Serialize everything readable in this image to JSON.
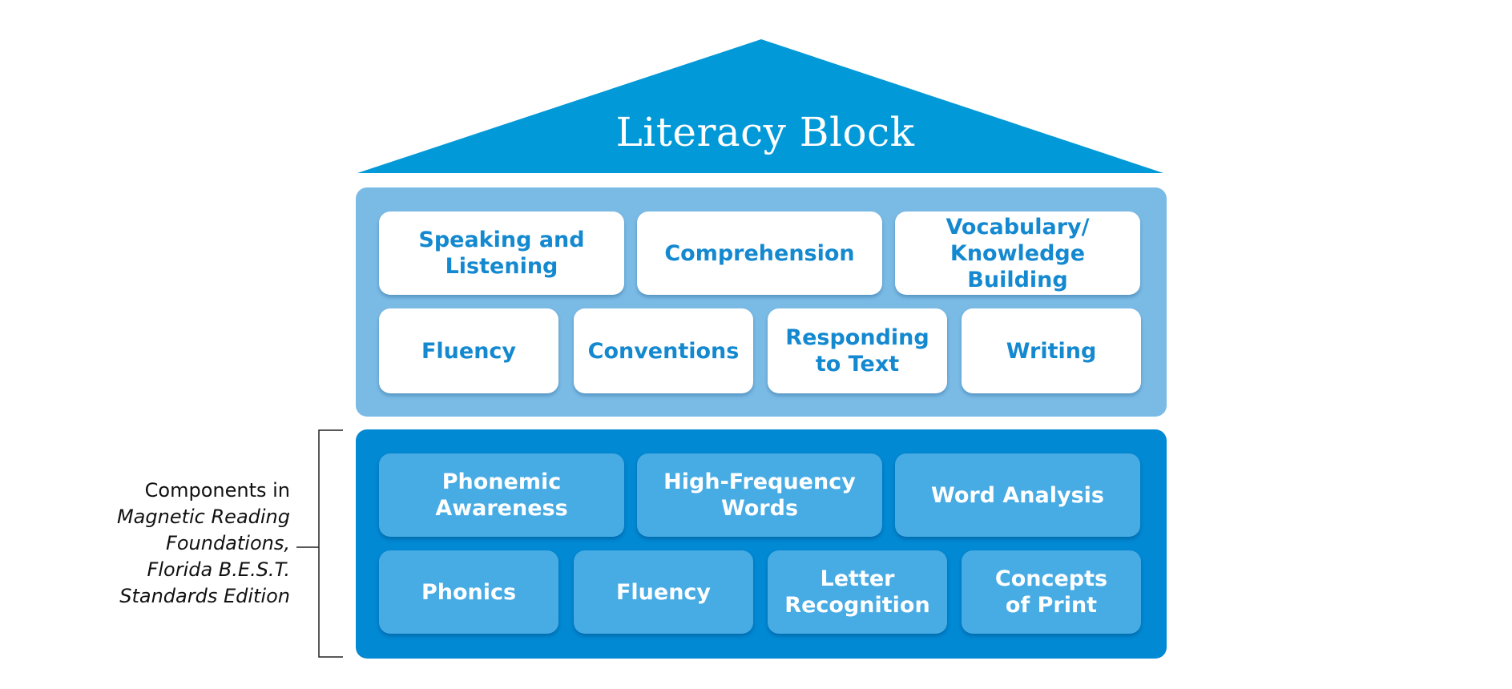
{
  "title": "Literacy Block",
  "colors": {
    "roof": "#0299d8",
    "top_block": "#7abbe6",
    "bottom_block": "#0289d3",
    "top_tile_bg": "#ffffff",
    "top_tile_text": "#1489d0",
    "bottom_tile_bg": "#47abe4",
    "bottom_tile_text": "#ffffff"
  },
  "top_block": {
    "row1": [
      "Speaking and\nListening",
      "Comprehension",
      "Vocabulary/\nKnowledge Building"
    ],
    "row2": [
      "Fluency",
      "Conventions",
      "Responding\nto Text",
      "Writing"
    ]
  },
  "bottom_block": {
    "row1": [
      "Phonemic\nAwareness",
      "High-Frequency\nWords",
      "Word Analysis"
    ],
    "row2": [
      "Phonics",
      "Fluency",
      "Letter\nRecognition",
      "Concepts\nof Print"
    ]
  },
  "side_label": {
    "line1": "Components in",
    "line2": "Magnetic Reading",
    "line3": "Foundations,",
    "line4": "Florida B.E.S.T.",
    "line5": "Standards Edition"
  }
}
